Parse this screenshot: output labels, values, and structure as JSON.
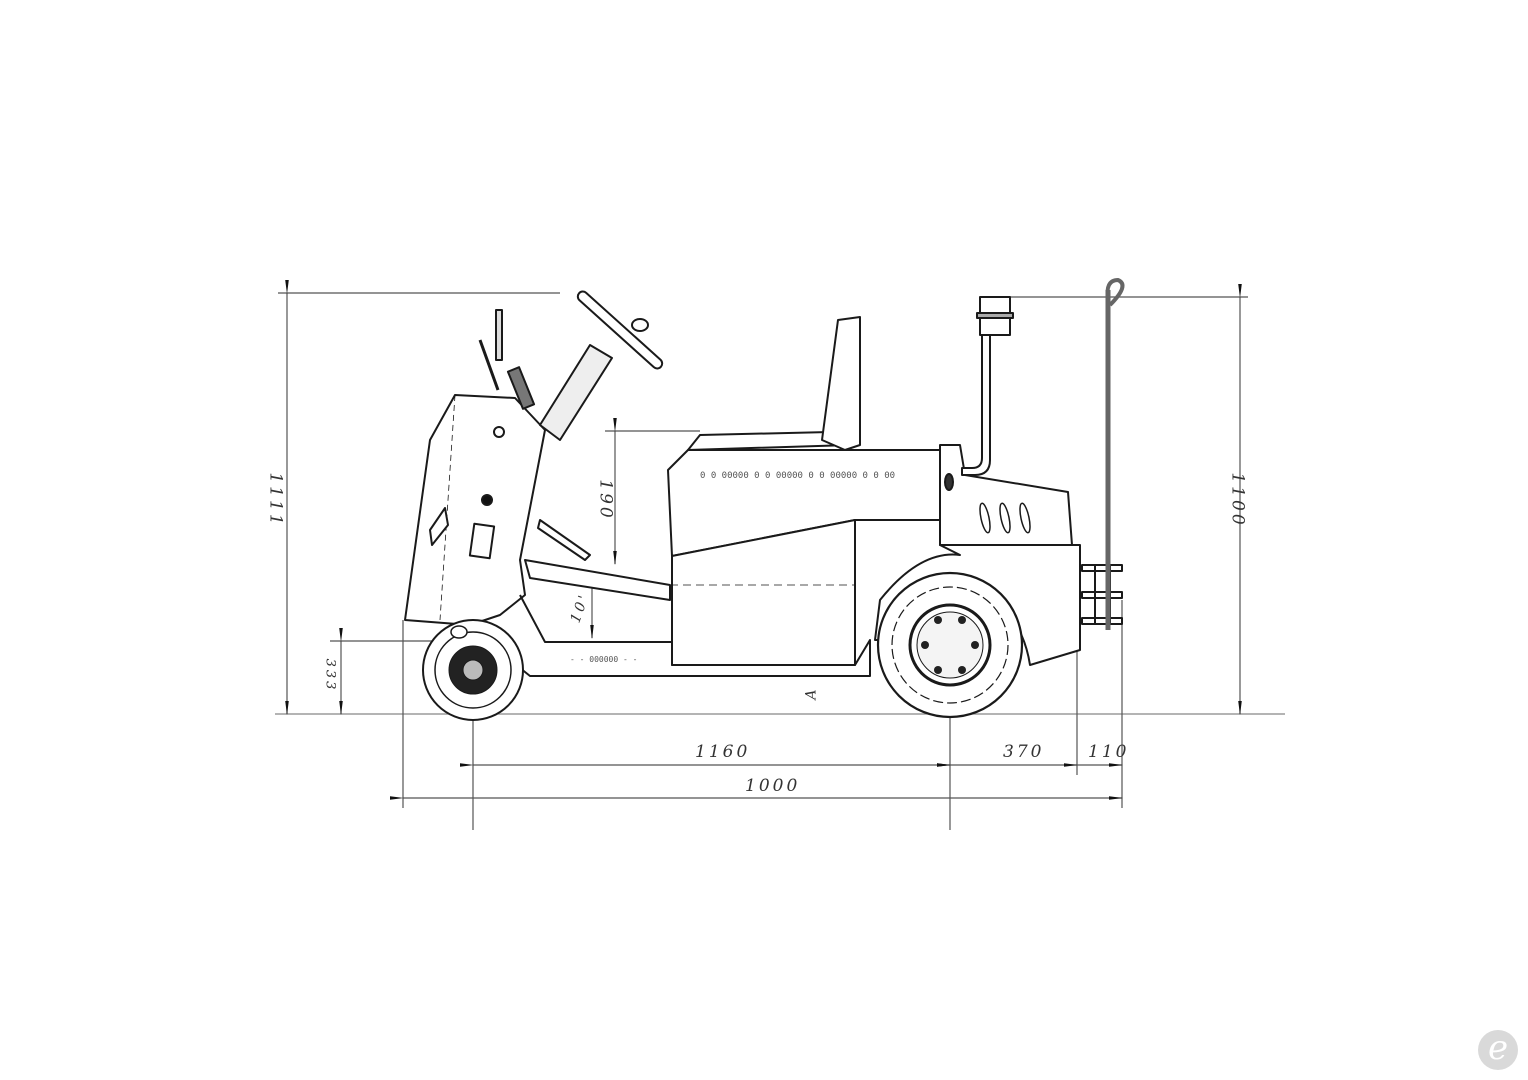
{
  "drawing": {
    "subject": "Electric tow tractor – side elevation technical line drawing",
    "colors": {
      "background": "#ffffff",
      "line": "#1a1a1a",
      "dimension_line": "#555555",
      "logo": "#d9d9d9"
    }
  },
  "dimensions": {
    "overall_height_left": "1111",
    "seat_height": "190",
    "overall_height_right": "1100",
    "tow_pin_height": "333",
    "step_angle": "10'",
    "ground_clearance_mark": "A",
    "wheelbase": "1160",
    "rear_overhang": "370",
    "hitch_offset": "110",
    "overall_length": "1000"
  },
  "panel_markings": {
    "body_stripe": "0 0 00000 0 0 00000 0 0 00000 0 0 00",
    "chassis_stripe": "- - 000000 - -"
  },
  "logo": {
    "glyph": "e",
    "name": "watermark-logo"
  }
}
